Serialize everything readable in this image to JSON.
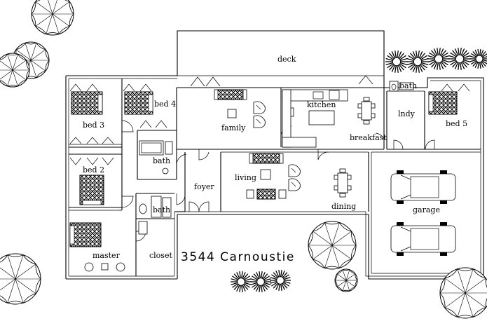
{
  "plan": {
    "title": "3544 Carnoustie",
    "rooms": {
      "deck": "deck",
      "bed3": "bed 3",
      "bed4": "bed 4",
      "bed2": "bed 2",
      "bath_upper": "bath",
      "bath_lower": "bath",
      "family": "family",
      "kitchen": "kitchen",
      "breakfast": "breakfast",
      "lndy": "lndy",
      "bath_right": "bath",
      "bed5": "bed 5",
      "foyer": "foyer",
      "living": "living",
      "dining": "dining",
      "garage": "garage",
      "master": "master",
      "closet": "closet"
    }
  },
  "icons": {
    "tree": "tree-icon",
    "shrub": "shrub-icon",
    "bed": "bed-icon",
    "car": "car-icon",
    "table": "dining-table-icon",
    "sofa": "sofa-icon"
  }
}
